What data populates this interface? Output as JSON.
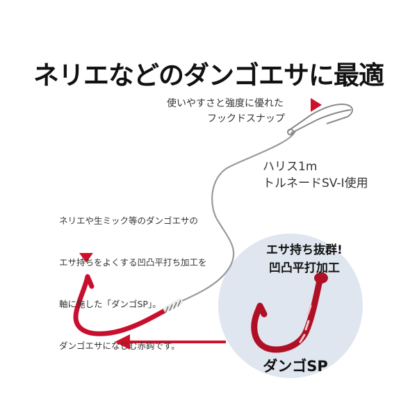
{
  "headline": "ネリエなどのダンゴエサに最適",
  "snap_note": {
    "line1": "使いやすさと強度に優れた",
    "line2": "フックドスナップ"
  },
  "leader_note": {
    "line1": "ハリス1m",
    "line2": "トルネードSV-I使用"
  },
  "hook_note": {
    "line1": "ネリエや生ミック等のダンゴエサの",
    "line2": "エサ持ちをよくする凹凸平打ち加工を",
    "line3": "軸に施した「ダンゴSP」。",
    "line4": "ダンゴエサになじむ赤鈎です。"
  },
  "badge": {
    "line1": "エサ持ち抜群!",
    "line2": "凹凸平打加工"
  },
  "product_name": "ダンゴSP",
  "colors": {
    "accent_red": "#d0102a",
    "hook_red": "#c8102e",
    "circle_bg": "#dfe6ef"
  },
  "icons": [
    "triangle-marker-icon",
    "red-hook-icon",
    "snap-icon",
    "arrow-left-icon"
  ]
}
